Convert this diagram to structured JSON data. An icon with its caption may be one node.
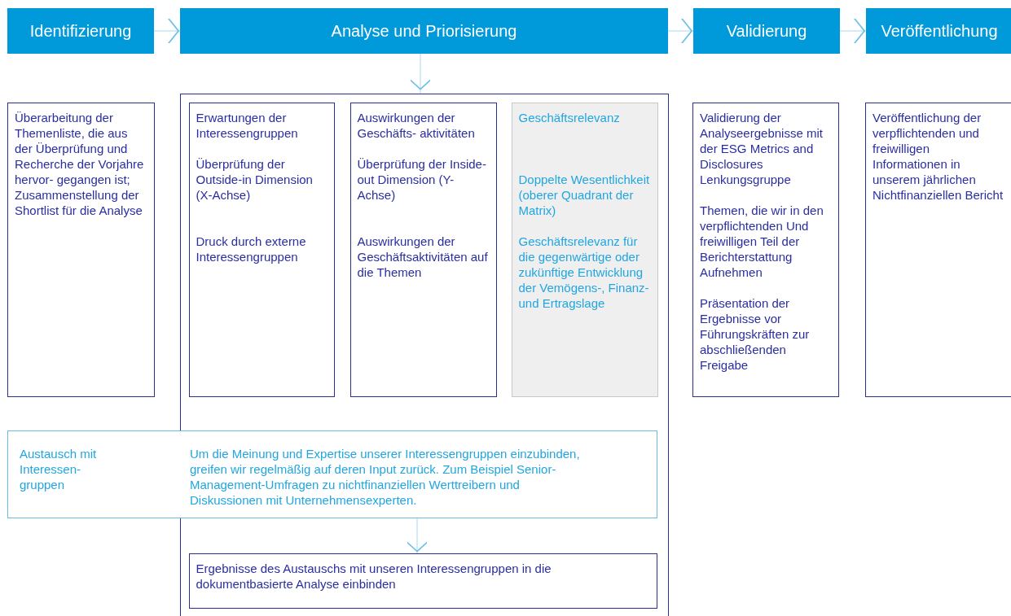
{
  "diagram": {
    "nodes": [
      {
        "text": [
          "Identifizierung"
        ]
      },
      {
        "text": [
          "Analyse und Priorisierung"
        ]
      },
      {
        "text": [
          "Validierung"
        ]
      },
      {
        "text": [
          "Veröffentlichung"
        ]
      },
      {
        "text": [
          "Überarbeitung der Themenliste, die aus der Überprüfung und Recherche der Vorjahre hervor- gegangen ist; Zusammenstellung der Shortlist für die Analyse"
        ]
      },
      {
        "text": [],
        "shape": "box"
      },
      {
        "text": [
          "Erwartungen der Interessengruppen",
          "Überprüfung der Outside-in Dimension (X-Achse)",
          "Druck durch externe Interessengruppen"
        ],
        "in": 5
      },
      {
        "text": [
          "Auswirkungen der Geschäfts- aktivitäten",
          "Überprüfung der Inside-out Dimension (Y-Achse)",
          "Auswirkungen der Geschäftsaktivitäten auf die Themen"
        ],
        "in": 5
      },
      {
        "text": [
          "Geschäftsrelevanz",
          "Doppelte Wesentlichkeit (oberer Quadrant der Matrix)",
          "Geschäftsrelevanz für die gegenwärtige oder zukünftige Entwicklung der Vemögens-, Finanz- und Ertragslage"
        ],
        "in": 5
      },
      {
        "text": [
          "Validierung der Analyseergebnisse mit der ESG Metrics and Disclosures Lenkungsgruppe",
          "Themen, die wir in den verpflichtenden Und freiwilligen Teil der Berichterstattung Aufnehmen",
          "Präsentation der Ergebnisse vor Führungskräften zur abschließenden Freigabe"
        ]
      },
      {
        "text": [
          "Veröffentlichung der verpflichtenden und freiwilligen Informationen in unserem jährlichen Nichtfinanziellen Bericht"
        ]
      },
      {
        "text": [
          "Austausch mit Interessen- gruppen",
          "Um die Meinung und Expertise unserer Interessengruppen einzubinden, greifen wir regelmäßig auf deren Input zurück. Zum Beispiel Senior-Management-Umfragen zu nichtfinanziellen Werttreibern und Diskussionen mit Unternehmensexperten."
        ]
      },
      {
        "text": [
          "Ergebnisse des Austauschs mit unseren Interessengruppen in die dokumentbasierte Analyse einbinden"
        ],
        "in": 5
      }
    ],
    "edges": [
      {
        "from": 0,
        "to": 1,
        "arrow": "to"
      },
      {
        "from": 1,
        "to": 2,
        "arrow": "to"
      },
      {
        "from": 2,
        "to": 3,
        "arrow": "to"
      },
      {
        "from": 1,
        "to": 5,
        "arrow": "to"
      },
      {
        "from": 11,
        "to": 12,
        "arrow": "to"
      }
    ]
  }
}
